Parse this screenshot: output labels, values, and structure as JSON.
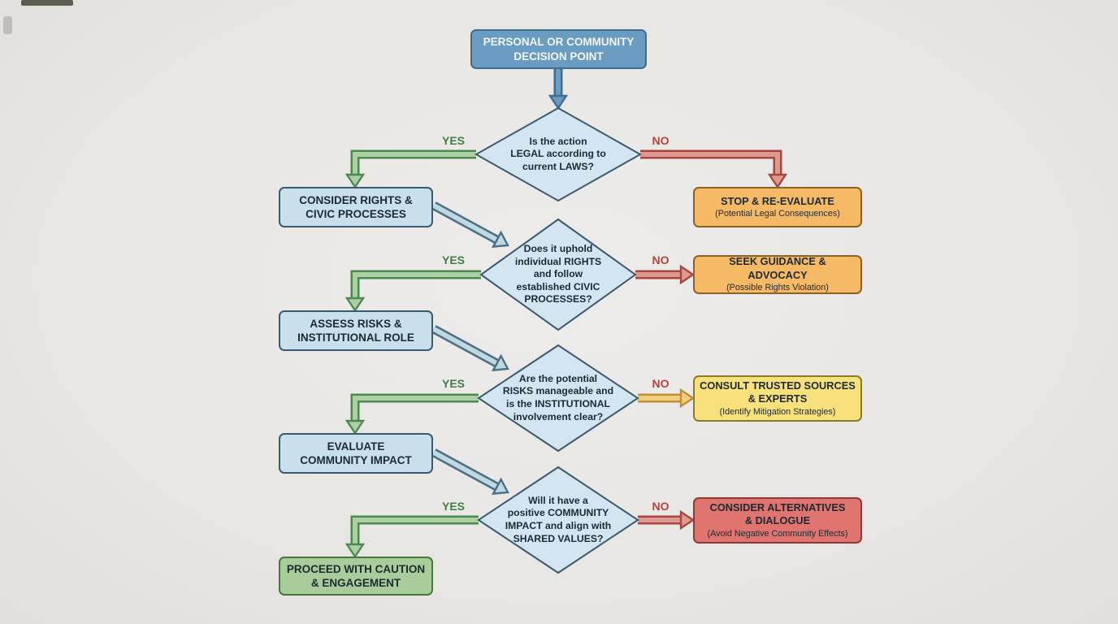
{
  "labels": {
    "yes": "YES",
    "no": "NO"
  },
  "nodes": {
    "start": {
      "text": "PERSONAL OR COMMUNITY\nDECISION POINT"
    },
    "q_legal": {
      "text": "Is the action\nLEGAL according to\ncurrent LAWS?"
    },
    "q_rights": {
      "text": "Does it uphold\nindividual RIGHTS\nand follow\nestablished CIVIC\nPROCESSES?"
    },
    "q_risks": {
      "text": "Are the potential\nRISKS manageable and\nis the INSTITUTIONAL\ninvolvement clear?"
    },
    "q_impact": {
      "text": "Will it have a\npositive COMMUNITY\nIMPACT and align with\nSHARED VALUES?"
    },
    "consider_rights": {
      "text": "CONSIDER RIGHTS &\nCIVIC PROCESSES"
    },
    "assess_risks": {
      "text": "ASSESS RISKS &\nINSTITUTIONAL ROLE"
    },
    "evaluate_impact": {
      "text": "EVALUATE\nCOMMUNITY IMPACT"
    },
    "proceed_caution": {
      "text": "PROCEED WITH CAUTION\n& ENGAGEMENT"
    },
    "stop_reevaluate": {
      "title": "STOP & RE-EVALUATE",
      "subtitle": "(Potential Legal Consequences)"
    },
    "seek_guidance": {
      "title": "SEEK GUIDANCE & ADVOCACY",
      "subtitle": "(Possible Rights Violation)"
    },
    "consult_sources": {
      "title": "CONSULT TRUSTED SOURCES\n& EXPERTS",
      "subtitle": "(Identify Mitigation Strategies)"
    },
    "consider_alternatives": {
      "title": "CONSIDER ALTERNATIVES\n& DIALOGUE",
      "subtitle": "(Avoid Negative Community Effects)"
    }
  },
  "colors": {
    "background": "#eae8e5",
    "text_dark": "#1c2a33",
    "start_fill": "#6a9bc0",
    "start_border": "#3e6d8e",
    "start_text": "#f4f7fa",
    "diamond_fill": "#d2e5f0",
    "node_border": "#3c5a6e",
    "process_fill": "#c9dfeb",
    "process_border": "#3c5a6e",
    "warning_fill": "#f6b966",
    "warning_border": "#8a6228",
    "yellow_fill": "#f8e07c",
    "yellow_border": "#8a7a2a",
    "danger_fill": "#e0746f",
    "danger_border": "#8a3c38",
    "success_fill": "#a8cd9a",
    "success_border": "#49763f",
    "yes_text": "#3f7d44",
    "no_text": "#b5433d",
    "arrow_blue_dark": "#3e6d8e",
    "arrow_blue_light": "#6a9bc0",
    "arrow_slate_dark": "#4a7086",
    "arrow_slate_light": "#c0d8e2",
    "arrow_green_dark": "#4b8a4e",
    "arrow_green_light": "#aecfa4",
    "arrow_red_dark": "#a8453f",
    "arrow_red_light": "#de9a90",
    "arrow_orange_dark": "#bf9038",
    "arrow_orange_light": "#f1cd7e"
  }
}
